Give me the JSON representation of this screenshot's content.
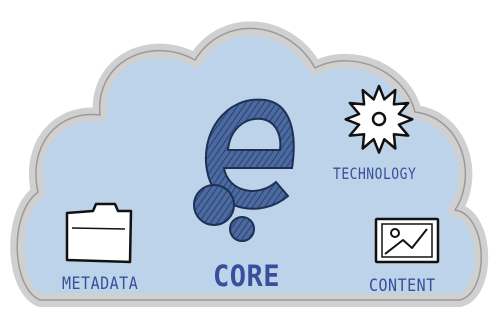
{
  "labels": {
    "metadata": "METADATA",
    "core": "CORE",
    "technology": "TECHNOLOGY",
    "content": "CONTENT"
  },
  "colors": {
    "cloud_fill": "#bcd3e9",
    "cloud_outline": "#d0d0d0",
    "logo_fill": "#3d5a8f",
    "ink": "#111111",
    "label_text": "#3a4f9c"
  },
  "icons": [
    "folder-icon",
    "gear-icon",
    "image-icon"
  ]
}
